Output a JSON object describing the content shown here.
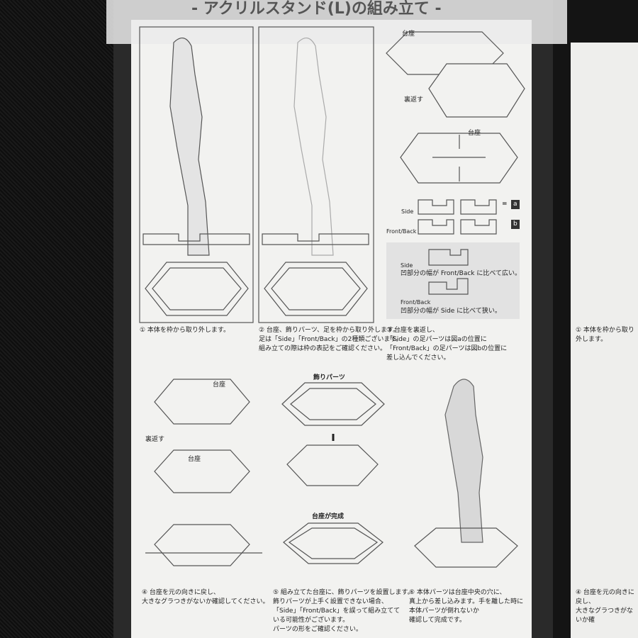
{
  "title": "- アクリルスタンド(L)の組み立て -",
  "labels": {
    "base": "台座",
    "base2": "台座",
    "flip": "裏返す",
    "flip2": "裏返す",
    "deco": "飾りパーツ",
    "done": "台座が完成",
    "side": "Side",
    "front_back": "Front/Back",
    "a": "a",
    "b": "b",
    "eq": "="
  },
  "notes": {
    "side": "凹部分の幅が Front/Back に比べて広い。",
    "front_back": "凹部分の幅が Side に比べて狭い。"
  },
  "steps": [
    "① 本体を枠から取り外します。",
    "② 台座、飾りパーツ、足を枠から取り外します。\n足は「Side」「Front/Back」の2種類ございます。\n組み立ての際は枠の表記をご確認ください。",
    "③ 台座を裏返し、\n「Side」の足パーツは図aの位置に\n「Front/Back」の足パーツは図bの位置に\n差し込んでください。",
    "④ 台座を元の向きに戻し、\n大きなグラつきがないか確認してください。",
    "⑤ 組み立てた台座に、飾りパーツを設置します。\n飾りパーツが上手く設置できない場合、\n「Side」「Front/Back」を誤って組み立てて\nいる可能性がございます。\nパーツの形をご確認ください。",
    "⑥ 本体パーツは台座中央の穴に、\n真上から差し込みます。手を離した時に\n本体パーツが倒れないか\n確認して完成です。"
  ],
  "right_sheet": {
    "step1": "① 本体を枠から取り外します。",
    "step4": "④ 台座を元の向きに戻し、\n大きなグラつきがないか確"
  }
}
